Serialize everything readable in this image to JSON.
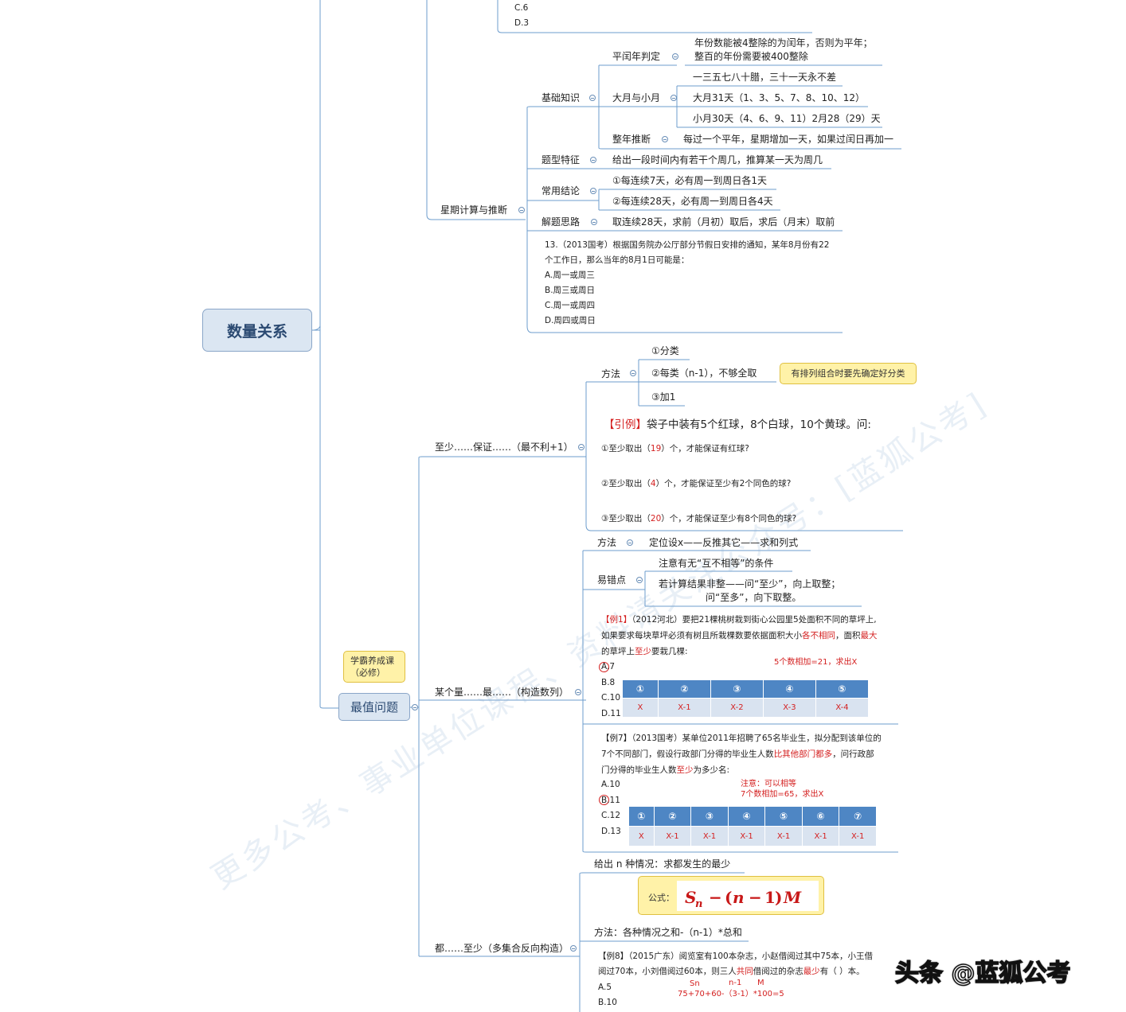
{
  "root": {
    "label": "数量关系"
  },
  "top_options": [
    "C.6",
    "D.3"
  ],
  "week": {
    "label": "星期计算与推断",
    "basic": {
      "label": "基础知识",
      "leap": {
        "label": "平闰年判定",
        "lines": [
          "年份数能被4整除的为闰年，否则为平年；",
          "整百的年份需要被400整除"
        ]
      },
      "months": {
        "label": "大月与小月",
        "items": [
          "一三五七八十腊，三十一天永不差",
          "大月31天（1、3、5、7、8、10、12）",
          "小月30天（4、6、9、11）2月28（29）天"
        ]
      },
      "year": {
        "label": "整年推断",
        "text": "每过一个平年，星期增加一天，如果过闰日再加一"
      }
    },
    "feature": {
      "label": "题型特征",
      "text": "给出一段时间内有若干个周几，推算某一天为周几"
    },
    "conclusion": {
      "label": "常用结论",
      "items": [
        "①每连续7天，必有周一到周日各1天",
        "②每连续28天，必有周一到周日各4天"
      ]
    },
    "idea": {
      "label": "解题思路",
      "text": "取连续28天，求前（月初）取后，求后（月末）取前"
    },
    "example": [
      "13.（2013国考）根据国务院办公厅部分节假日安排的通知，某年8月份有22",
      "个工作日，那么当年的8月1日可能是：",
      "A.周一或周三",
      "B.周三或周日",
      "C.周一或周四",
      "D.周四或周日"
    ]
  },
  "extreme": {
    "label": "最值问题",
    "tag_lines": [
      "学霸养成课",
      "（必修）"
    ],
    "least": {
      "label": "至少……保证……（最不利+1）",
      "method": {
        "label": "方法",
        "items": [
          "①分类",
          "②每类（n-1），不够全取",
          "③加1"
        ],
        "note": "有排列组合时要先确定好分类"
      },
      "example": {
        "lead_tag": "【引例】",
        "lead_text": "袋子中装有5个红球，8个白球，10个黄球。问:",
        "q1": {
          "pre": "①至少取出（",
          "ans": "19",
          "post": "）个，才能保证有红球?"
        },
        "q2": {
          "pre": "②至少取出（",
          "ans": "4",
          "post": "）个，才能保证至少有2个同色的球?"
        },
        "q3": {
          "pre": "③至少取出（",
          "ans": "20",
          "post": "）个，才能保证至少有8个同色的球?"
        }
      }
    },
    "most": {
      "label": "某个量……最……（构造数列）",
      "method": {
        "label": "方法",
        "text": "定位设x——反推其它——求和列式"
      },
      "pitfall": {
        "label": "易错点",
        "items": [
          "注意有无“互不相等”的条件",
          "若计算结果非整——问“至少”，向上取整；",
          "问“至多”，向下取整。"
        ]
      },
      "ex1": {
        "tag": "【例1】",
        "l1": "（2012河北）要把21棵桃树栽到街心公园里5处面积不同的草坪上,",
        "l2a": "如果要求每块草坪必须有树且所栽棵数要依据面积大小",
        "l2b": "各不相同",
        "l2c": "，面积",
        "l2d": "最大",
        "l3a": "的草坪上",
        "l3b": "至少",
        "l3c": "要栽几棵:",
        "options": [
          "A.7",
          "B.8",
          "C.10",
          "D.11"
        ],
        "note": "5个数相加=21，求出X",
        "headers": [
          "①",
          "②",
          "③",
          "④",
          "⑤"
        ],
        "cells": [
          "X",
          "X-1",
          "X-2",
          "X-3",
          "X-4"
        ]
      },
      "ex7": {
        "tag": "【例7】",
        "l1": "（2013国考）某单位2011年招聘了65名毕业生，拟分配到该单位的",
        "l2a": "7个不同部门，假设行政部门分得的毕业生人数",
        "l2b": "比其他部门都多",
        "l2c": "，问行政部",
        "l3a": "门分得的毕业生人数",
        "l3b": "至少",
        "l3c": "为多少名:",
        "options": [
          "A.10",
          "B.11",
          "C.12",
          "D.13"
        ],
        "note1": "注意：可以相等",
        "note2": "7个数相加=65，求出X",
        "headers": [
          "①",
          "②",
          "③",
          "④",
          "⑤",
          "⑥",
          "⑦"
        ],
        "cells": [
          "X",
          "X-1",
          "X-1",
          "X-1",
          "X-1",
          "X-1",
          "X-1"
        ]
      }
    },
    "all": {
      "label": "都……至少（多集合反向构造）",
      "given": "给出 n 种情况：求都发生的最少",
      "formula_label": "公式：",
      "method": "方法：各种情况之和-（n-1）*总和",
      "ex8": {
        "tag": "【例8】",
        "l1": "（2015广东）阅览室有100本杂志，小赵借阅过其中75本，小王借",
        "l2a": "阅过70本，小刘借阅过60本，则三人",
        "l2b": "共同",
        "l2c": "借阅过的杂志",
        "l2d": "最少",
        "l2e": "有（    ）本。",
        "options": [
          "A.5",
          "B.10"
        ],
        "note_labels": [
          "Sn",
          "n-1",
          "M"
        ],
        "note_calc": "75+70+60-（3-1）*100=5"
      }
    }
  },
  "watermarks": [
    "更多公考、事业单位课程、资料请关注公众号：[蓝狐公考]"
  ],
  "brand": "头条 @蓝狐公考"
}
